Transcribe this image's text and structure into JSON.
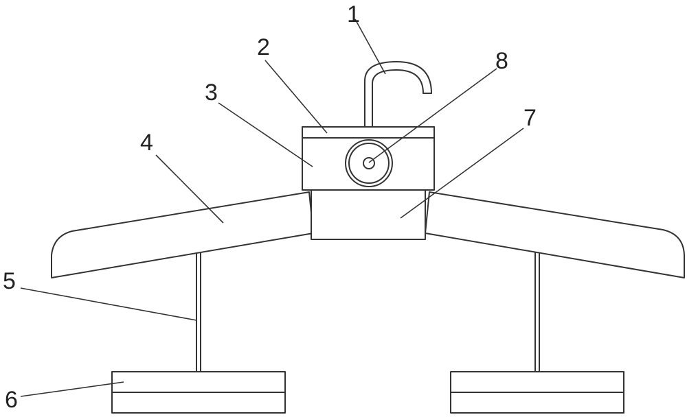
{
  "labels": {
    "hook": "1",
    "top_cap": "2",
    "head_block": "3",
    "left_arm": "4",
    "hanging_rod": "5",
    "clamp": "6",
    "lower_block": "7",
    "knob": "8"
  }
}
